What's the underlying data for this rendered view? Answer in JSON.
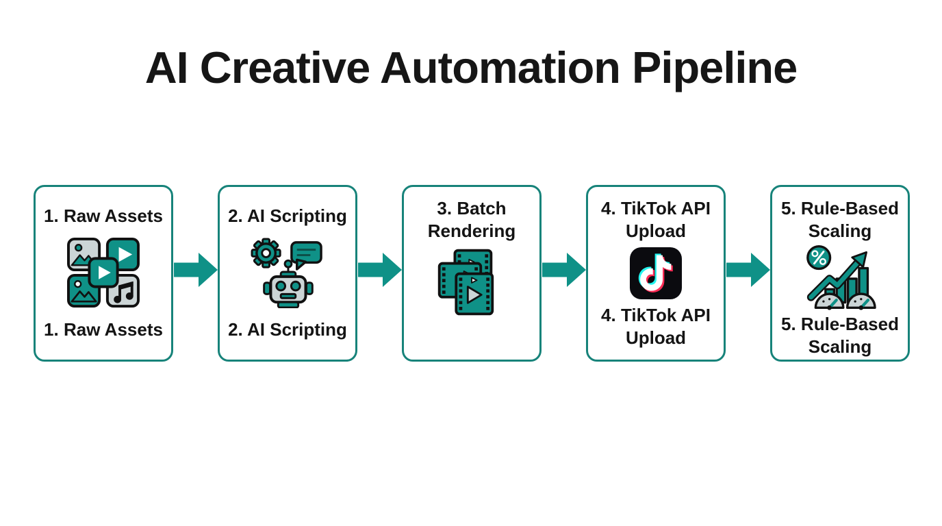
{
  "title": "AI Creative Automation Pipeline",
  "colors": {
    "teal": "#0f9187",
    "teal_border": "#17837a",
    "icon_gray": "#ccd5d6",
    "ink": "#111111",
    "tiktok_bg": "#0b0b0f",
    "tiktok_cyan": "#25f4ee",
    "tiktok_red": "#fe2c55"
  },
  "pipeline": {
    "steps": [
      {
        "label_top": "1. Raw Assets",
        "label_bottom": "1. Raw Assets",
        "icon": "media-assets-icon"
      },
      {
        "label_top": "2. AI Scripting",
        "label_bottom": "2. AI Scripting",
        "icon": "ai-robot-icon"
      },
      {
        "label_top": "3. Batch Rendering",
        "icon": "film-stack-icon"
      },
      {
        "label_top": "4. TikTok API Upload",
        "label_bottom": "4. TikTok API Upload",
        "icon": "tiktok-icon"
      },
      {
        "label_top": "5. Rule-Based Scaling",
        "label_bottom": "5. Rule-Based Scaling",
        "icon": "growth-gauge-icon"
      }
    ]
  }
}
